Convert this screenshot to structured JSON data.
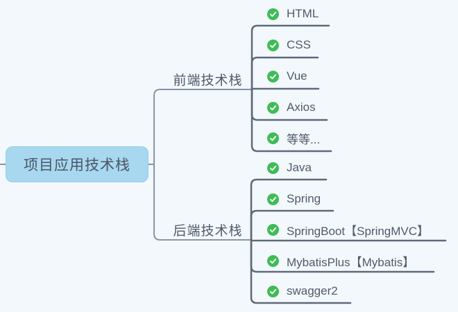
{
  "root": {
    "label": "项目应用技术栈"
  },
  "branches": [
    {
      "label": "前端技术栈",
      "children": [
        {
          "icon": "check-circle",
          "label": "HTML"
        },
        {
          "icon": "check-circle",
          "label": "CSS"
        },
        {
          "icon": "check-circle",
          "label": "Vue"
        },
        {
          "icon": "check-circle",
          "label": "Axios"
        },
        {
          "icon": "check-circle",
          "label": "等等..."
        }
      ]
    },
    {
      "label": "后端技术栈",
      "children": [
        {
          "icon": "check-circle",
          "label": "Java"
        },
        {
          "icon": "check-circle",
          "label": "Spring"
        },
        {
          "icon": "check-circle",
          "label": "SpringBoot【SpringMVC】"
        },
        {
          "icon": "check-circle",
          "label": "MybatisPlus【Mybatis】"
        },
        {
          "icon": "check-circle",
          "label": "swagger2"
        }
      ]
    }
  ],
  "colors": {
    "background": "#f3f8fd",
    "root_fill": "#a8d8ef",
    "root_border": "#97cde9",
    "branch_line": "#8893a3",
    "leaf_line": "#5e6979",
    "text": "#4f5a68",
    "check_green": "#3fbc55",
    "check_mark": "#ffffff"
  }
}
